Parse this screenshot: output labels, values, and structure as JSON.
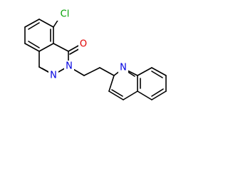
{
  "labels": {
    "cl": "Cl",
    "o": "O",
    "n_ring1": "N",
    "n_ring2": "N",
    "n_quinoline": "N"
  },
  "colors": {
    "background": "#ffffff",
    "bond": "#000000",
    "chlorine": "#00a000",
    "oxygen": "#e00000",
    "nitrogen": "#0000e0"
  }
}
